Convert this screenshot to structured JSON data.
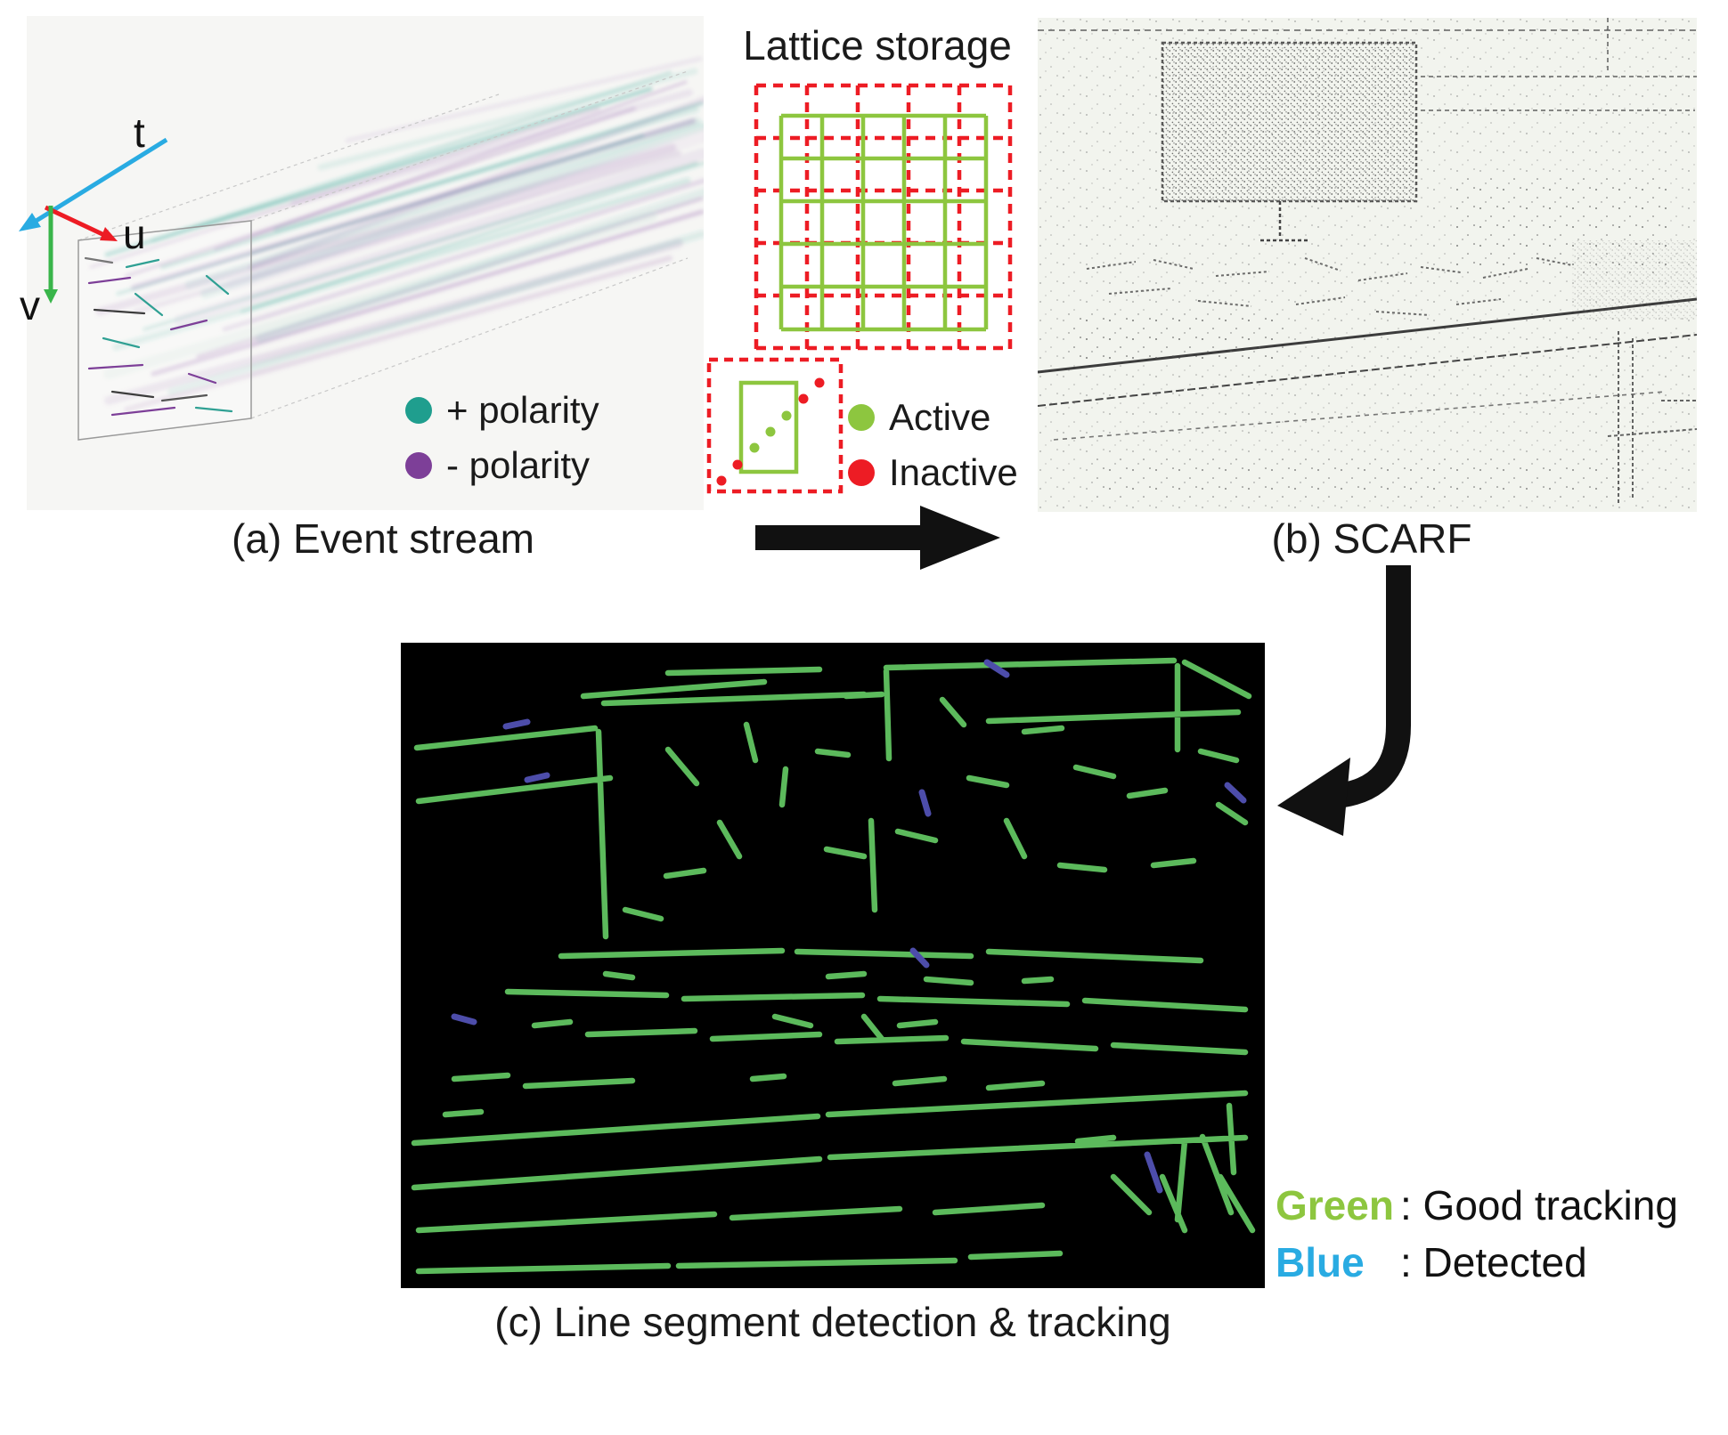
{
  "colors": {
    "positive_polarity": "#1f9e8e",
    "negative_polarity": "#7d3f98",
    "active": "#8dc63f",
    "inactive": "#ed1c24",
    "good_tracking_text": "#8dc63f",
    "detected_text": "#29abe2",
    "tracked_line": "#5cba5c",
    "detected_line": "#4d4daa",
    "axis_t": "#29abe2",
    "axis_u": "#ed1c24",
    "axis_v": "#39b54a"
  },
  "panel_a": {
    "caption": "(a) Event stream",
    "axes": {
      "t": "t",
      "u": "u",
      "v": "v"
    },
    "legend": [
      {
        "label": "+ polarity"
      },
      {
        "label": "- polarity"
      }
    ]
  },
  "lattice": {
    "title": "Lattice storage",
    "legend": [
      {
        "label": "Active"
      },
      {
        "label": "Inactive"
      }
    ]
  },
  "panel_b": {
    "caption": "(b) SCARF"
  },
  "panel_c": {
    "caption": "(c) Line segment detection & tracking",
    "legend": [
      {
        "name": "Green",
        "desc": ": Good tracking"
      },
      {
        "name": "Blue",
        "desc": ": Detected"
      }
    ]
  }
}
